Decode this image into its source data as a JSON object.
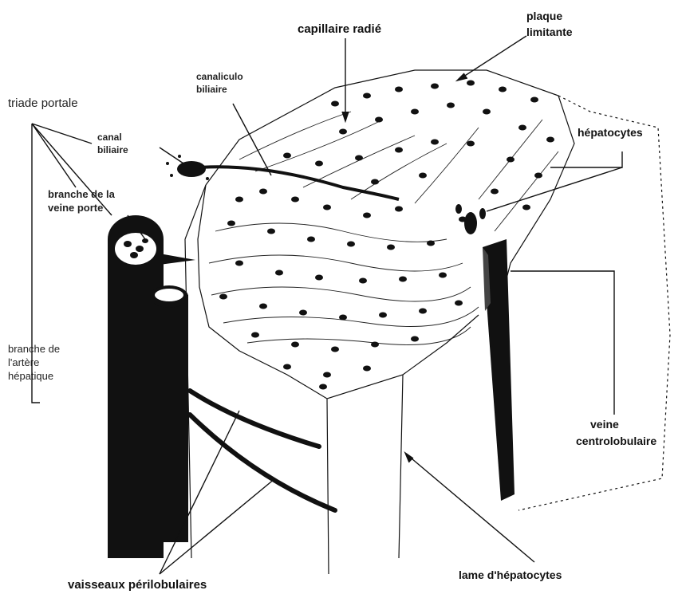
{
  "colors": {
    "ink": "#111111",
    "paper": "#ffffff"
  },
  "labels": {
    "capillaire_radie": "capillaire radié",
    "plaque_limitante": [
      "plaque",
      "limitante"
    ],
    "canalicule_biliaire": [
      "canaliculo",
      "biliaire"
    ],
    "triade_portale": "triade portale",
    "canal_biliaire": [
      "canal",
      "biliaire"
    ],
    "hepatocytes": "hépatocytes",
    "branche_veine_porte": [
      "branche de la",
      "veine porte"
    ],
    "branche_artere_hepatique": [
      "branche de",
      "l'artère",
      "hépatique"
    ],
    "veine_centrolobulaire": [
      "veine",
      "centrolobulaire"
    ],
    "vaisseaux_perilobulaires": "vaisseaux périlobulaires",
    "lame_hepatocytes": "lame d'hépatocytes"
  }
}
